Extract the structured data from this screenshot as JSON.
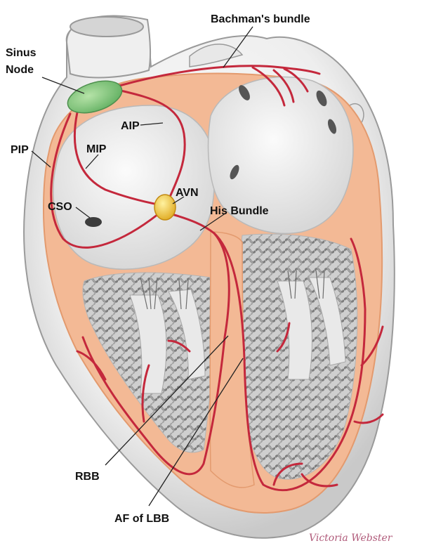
{
  "labels": {
    "bachmans_bundle": "Bachman's bundle",
    "sinus_node_line1": "Sinus",
    "sinus_node_line2": "Node",
    "aip": "AIP",
    "pip": "PIP",
    "mip": "MIP",
    "avn": "AVN",
    "cso": "CSO",
    "his_bundle": "His Bundle",
    "rbb": "RBB",
    "af_of_lbb": "AF of LBB"
  },
  "signature": "Victoria Webster",
  "colors": {
    "conduction": "#c4283c",
    "sinus_node": "#7cc47c",
    "av_node": "#f0c93a",
    "myocardium": "#f2b48e",
    "chamber_wall": "#eeeeee",
    "trabeculae": "#9a9a9a"
  }
}
